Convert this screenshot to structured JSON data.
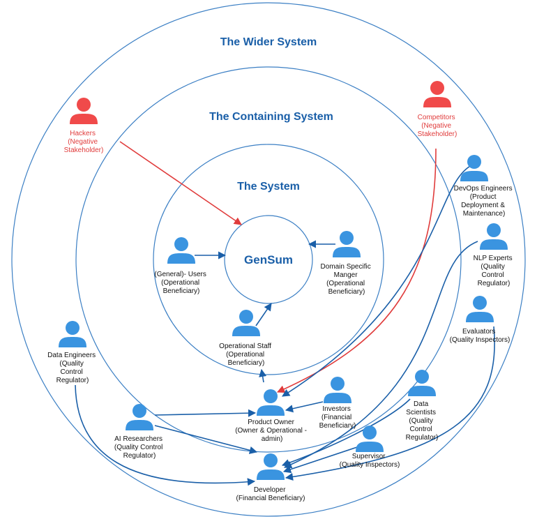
{
  "diagram": {
    "rings": [
      {
        "id": "wider",
        "label": "The Wider System"
      },
      {
        "id": "containing",
        "label": "The Containing System"
      },
      {
        "id": "system",
        "label": "The System"
      }
    ],
    "center_label": "GenSum",
    "colors": {
      "primary": "#3a94e0",
      "negative": "#f04a4a",
      "ring": "#3b7fc4",
      "title": "#1a5fa8"
    },
    "stakeholders": [
      {
        "id": "hackers",
        "lines": [
          "Hackers",
          "(Negative",
          "Stakeholder)"
        ],
        "negative": true
      },
      {
        "id": "competitors",
        "lines": [
          "Competitors",
          "(Negative",
          "Stakeholder)"
        ],
        "negative": true
      },
      {
        "id": "devops",
        "lines": [
          "DevOps Engineers",
          "(Product",
          "Deployment &",
          "Maintenance)"
        ]
      },
      {
        "id": "nlp",
        "lines": [
          "NLP Experts",
          "(Quality",
          "Control",
          "Regulator)"
        ]
      },
      {
        "id": "evaluators",
        "lines": [
          "Evaluators",
          "(Quality Inspectors)"
        ]
      },
      {
        "id": "users",
        "lines": [
          "(General)- Users",
          "(Operational",
          "Beneficiary)"
        ]
      },
      {
        "id": "domain",
        "lines": [
          "Domain Specific",
          "Manger",
          "(Operational",
          "Beneficiary)"
        ]
      },
      {
        "id": "opstaff",
        "lines": [
          "Operational Staff",
          "(Operational",
          "Beneficiary)"
        ]
      },
      {
        "id": "dataeng",
        "lines": [
          "Data Engineers",
          "(Quality",
          "Control",
          "Regulator)"
        ]
      },
      {
        "id": "owner",
        "lines": [
          "Product Owner",
          "(Owner & Operational -",
          "admin)"
        ]
      },
      {
        "id": "investors",
        "lines": [
          "Investors",
          "(Financial",
          "Beneficiary)"
        ]
      },
      {
        "id": "datasci",
        "lines": [
          "Data",
          "Scientists",
          "(Quality",
          "Control",
          "Regulator)"
        ]
      },
      {
        "id": "ai",
        "lines": [
          "AI Researchers",
          "(Quality Control",
          "Regulator)"
        ]
      },
      {
        "id": "supervisor",
        "lines": [
          "Supervisor",
          "(Quality Inspectors)"
        ]
      },
      {
        "id": "developer",
        "lines": [
          "Developer",
          "(Financial Beneficiary)"
        ]
      }
    ],
    "edges": [
      {
        "from": "hackers",
        "to": "gensum",
        "negative": true
      },
      {
        "from": "competitors",
        "to": "owner",
        "negative": true
      },
      {
        "from": "devops",
        "to": "owner"
      },
      {
        "from": "nlp",
        "to": "developer"
      },
      {
        "from": "evaluators",
        "to": "developer"
      },
      {
        "from": "users",
        "to": "gensum"
      },
      {
        "from": "domain",
        "to": "gensum"
      },
      {
        "from": "opstaff",
        "to": "gensum"
      },
      {
        "from": "owner",
        "to": "opstaff"
      },
      {
        "from": "investors",
        "to": "owner"
      },
      {
        "from": "ai",
        "to": "owner"
      },
      {
        "from": "ai",
        "to": "developer"
      },
      {
        "from": "dataeng",
        "to": "developer"
      },
      {
        "from": "datasci",
        "to": "developer"
      },
      {
        "from": "supervisor",
        "to": "developer"
      }
    ]
  }
}
